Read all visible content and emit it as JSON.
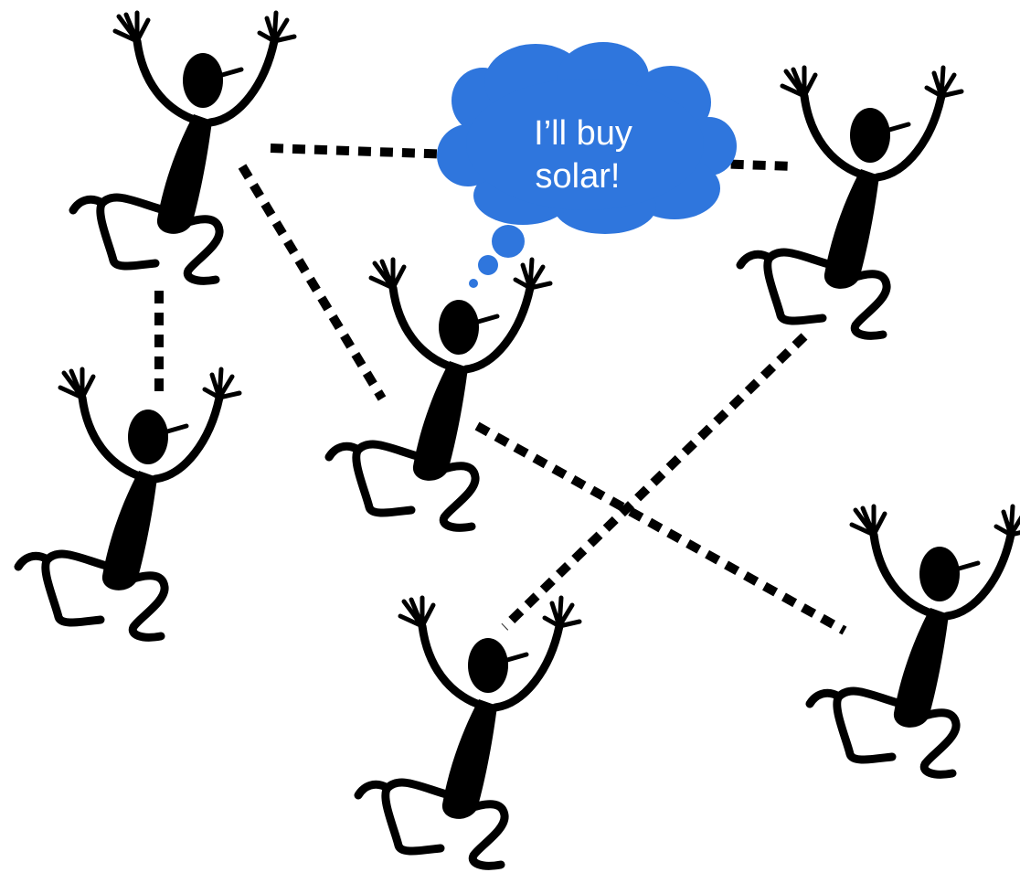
{
  "thought_bubble": {
    "lines": [
      "I’ll buy",
      "solar!"
    ],
    "color": "#2f76dd"
  },
  "people": [
    {
      "id": "person-top-left",
      "icon": "dancing-person-icon"
    },
    {
      "id": "person-left",
      "icon": "dancing-person-icon"
    },
    {
      "id": "person-center",
      "icon": "dancing-person-icon"
    },
    {
      "id": "person-top-right",
      "icon": "dancing-person-icon"
    },
    {
      "id": "person-bottom-center",
      "icon": "dancing-person-icon"
    },
    {
      "id": "person-bottom-right",
      "icon": "dancing-person-icon"
    }
  ],
  "connections": [
    {
      "from": "person-top-left",
      "to": "person-left"
    },
    {
      "from": "person-top-left",
      "to": "person-top-right"
    },
    {
      "from": "person-top-left",
      "to": "person-center"
    },
    {
      "from": "person-center",
      "to": "person-bottom-right"
    },
    {
      "from": "person-top-right",
      "to": "person-bottom-center"
    }
  ],
  "colors": {
    "figure": "#000000",
    "link": "#000000",
    "bubble": "#2f76dd",
    "bubble_text": "#ffffff",
    "background": "#ffffff"
  }
}
